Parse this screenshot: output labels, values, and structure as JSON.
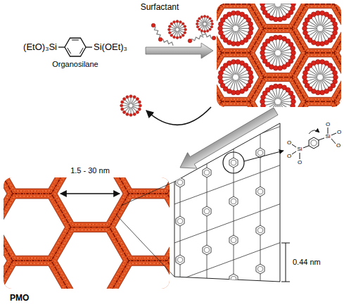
{
  "diagram": {
    "labels": [
      "Surfactant",
      "(EtO)₃Si",
      "Si(OEt)₃",
      "Organosilane",
      "1.5 - 30 nm",
      "PMO",
      "0.44 nm",
      "O",
      "Si",
      "O",
      "O",
      "Si",
      "O",
      "O",
      "O"
    ]
  }
}
